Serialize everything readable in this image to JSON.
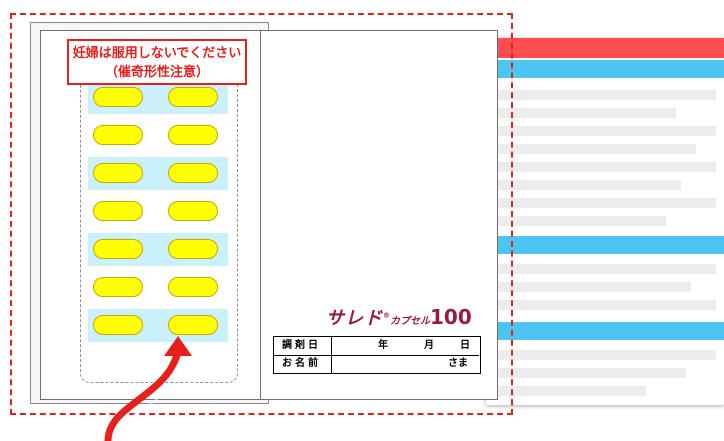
{
  "warning": {
    "line1": "妊婦は服用しないでください",
    "line2": "（催奇形性注意）"
  },
  "logo": {
    "name": "サレド",
    "reg": "®",
    "form": "カプセル",
    "strength": "100"
  },
  "label_table": {
    "row1_label": "調剤日",
    "row1_year": "年",
    "row1_month": "月",
    "row1_day": "日",
    "row2_label": "お名前",
    "row2_suffix": "さま"
  },
  "colors": {
    "warning_red": "#e8201c",
    "capsule_yellow": "#ffff00",
    "blister_blue": "#c9f0fb",
    "logo_color": "#9c1a3b",
    "doc_header_red": "#ff4d52",
    "doc_header_blue": "#4cc6f0"
  },
  "capsule_rows": 7,
  "capsules_per_row": 2
}
